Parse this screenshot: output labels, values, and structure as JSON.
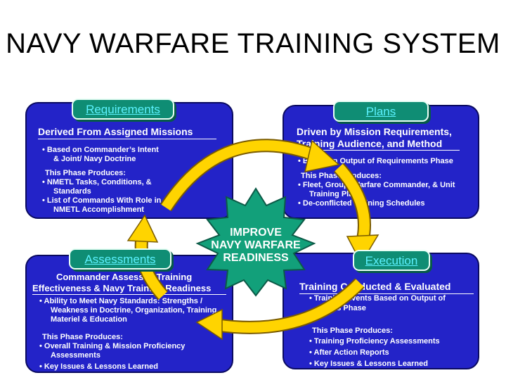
{
  "title": "NAVY WARFARE TRAINING SYSTEM",
  "center": {
    "line1": "IMPROVE",
    "line2": "NAVY WARFARE",
    "line3": "READINESS"
  },
  "requirements": {
    "tag": "Requirements",
    "heading": "Derived From Assigned Missions",
    "b1a": "• Based on Commander’s Intent",
    "b1b": "& Joint/ Navy Doctrine",
    "produces": "This Phase Produces:",
    "b2a": "• NMETL Tasks, Conditions,  &",
    "b2b": "Standards",
    "b3a": "• List of Commands With Role in",
    "b3b": "NMETL Accomplishment"
  },
  "plans": {
    "tag": "Plans",
    "heading1": "Driven by Mission Requirements,",
    "heading2": "Training  Audience, and Method",
    "b1": "• Based on Output of Requirements Phase",
    "produces": "This Phase Produces:",
    "b2a": "• Fleet, Group, Warfare Commander, & Unit",
    "b2b": "Training Plans",
    "b3": "•  De-conflicted Training Schedules"
  },
  "assessments": {
    "tag": "Assessments",
    "heading1": "Commander Assesses Training",
    "heading2": "Effectiveness & Navy Training Readiness",
    "b1a": "• Ability to Meet Navy Standards: Strengths /",
    "b1b": "Weakness in Doctrine, Organization, Training,",
    "b1c": "Materiel & Education",
    "produces": "This Phase Produces:",
    "b2a": "• Overall Training & Mission Proficiency",
    "b2b": "Assessments",
    "b3": "• Key Issues & Lessons Learned"
  },
  "execution": {
    "tag": "Execution",
    "heading": "Training Conducted & Evaluated",
    "b1a": "• Training Events Based on Output of",
    "b1b": "Plans Phase",
    "produces": "This Phase Produces:",
    "b2": "• Training Proficiency Assessments",
    "b3": "• After Action Reports",
    "b4": "• Key Issues & Lessons Learned"
  },
  "colors": {
    "panel": "#2323c8",
    "tag": "#0f8d74",
    "tag_text": "#5cf2ff",
    "arrow": "#ffd400",
    "star": "#12a07a"
  }
}
